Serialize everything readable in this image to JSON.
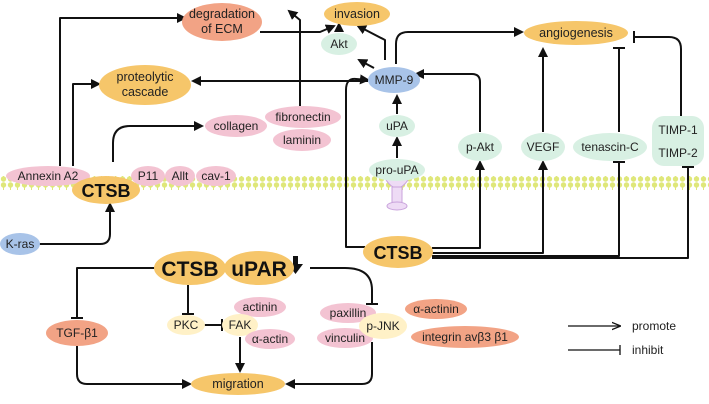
{
  "colors": {
    "orange": "#f6c66a",
    "salmon": "#f2a385",
    "pink": "#f3c3d2",
    "mint": "#d8f0e3",
    "lilac": "#eedbf5",
    "blue": "#a8c3e8",
    "membrane": "#dfe77a",
    "arrow": "#111111"
  },
  "nodes": {
    "degradation_line1": "degradation",
    "degradation_line2": "of ECM",
    "invasion": "invasion",
    "angiogenesis": "angiogenesis",
    "akt": "Akt",
    "proteolytic_line1": "proteolytic",
    "proteolytic_line2": "cascade",
    "mmp9": "MMP-9",
    "collagen": "collagen",
    "fibronectin": "fibronectin",
    "laminin": "laminin",
    "upa": "uPA",
    "p_akt": "p-Akt",
    "vegf": "VEGF",
    "tenascin": "tenascin-C",
    "timp1": "TIMP-1",
    "timp2": "TIMP-2",
    "annexin": "Annexin A2",
    "p11": "P11",
    "allt": "Allt",
    "cav1": "cav-1",
    "pro_upa": "pro-uPA",
    "ctsb_left": "CTSB",
    "ctsb_center": "CTSB",
    "kras": "K-ras",
    "ctsb_bottom": "CTSB",
    "upar": "uPAR",
    "tgf": "TGF-β1",
    "pkc": "PKC",
    "fak": "FAK",
    "actinin": "actinin",
    "alpha_actin": "α-actin",
    "paxillin": "paxillin",
    "vinculin": "vinculin",
    "p_jnk": "p-JNK",
    "alpha_actinin": "α-actinin",
    "integrin": "integrin avβ3 β1",
    "migration": "migration"
  },
  "legend": {
    "promote": "promote",
    "inhibit": "inhibit"
  }
}
